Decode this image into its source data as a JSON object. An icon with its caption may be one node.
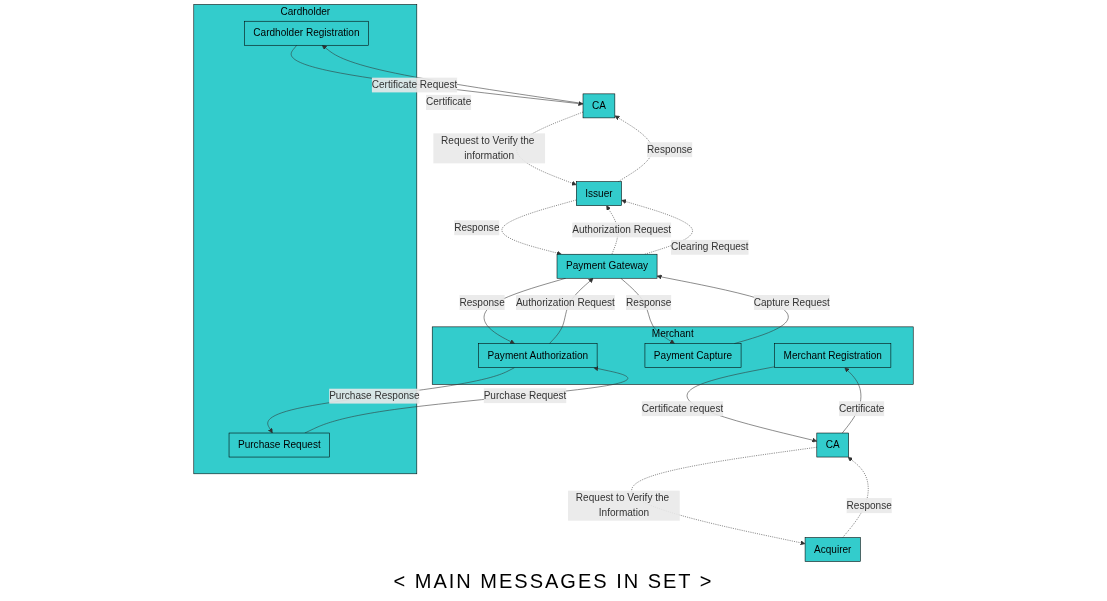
{
  "diagram": {
    "caption": "< MAIN MESSAGES IN SET >",
    "nodes": [
      {
        "text": [
          "Cardholder"
        ]
      },
      {
        "text": [
          "Cardholder Registration"
        ],
        "in": 0
      },
      {
        "text": [
          "Purchase Request"
        ],
        "in": 0
      },
      {
        "text": [
          "CA"
        ]
      },
      {
        "text": [
          "Issuer"
        ]
      },
      {
        "text": [
          "Merchant"
        ]
      },
      {
        "text": [
          "Payment Authorization"
        ],
        "in": 5
      },
      {
        "text": [
          "Payment Capture"
        ],
        "in": 5
      },
      {
        "text": [
          "Merchant Registration"
        ],
        "in": 5
      },
      {
        "text": [
          "Payment Gateway"
        ]
      },
      {
        "text": [
          "CA"
        ]
      },
      {
        "text": [
          "Acquirer"
        ]
      }
    ],
    "edges": [
      {
        "from": 1,
        "to": 3,
        "arrow": "to",
        "label": "Certificate Request"
      },
      {
        "from": 3,
        "to": 1,
        "arrow": "to",
        "label": "Certificate"
      },
      {
        "from": 3,
        "to": 4,
        "arrow": "to",
        "label": "Request to Verify the information",
        "style": "dashed"
      },
      {
        "from": 4,
        "to": 3,
        "arrow": "to",
        "label": "Response",
        "style": "dashed"
      },
      {
        "from": 2,
        "to": 6,
        "arrow": "to",
        "label": "Purchase Request"
      },
      {
        "from": 6,
        "to": 2,
        "arrow": "to",
        "label": "Purchase Response"
      },
      {
        "from": 6,
        "to": 9,
        "arrow": "to",
        "label": "Authorization Request"
      },
      {
        "from": 9,
        "to": 6,
        "arrow": "to",
        "label": "Response"
      },
      {
        "from": 9,
        "to": 4,
        "arrow": "to",
        "label": "Authorization Request",
        "style": "dashed"
      },
      {
        "from": 4,
        "to": 9,
        "arrow": "to",
        "label": "Response",
        "style": "dashed"
      },
      {
        "from": 7,
        "to": 9,
        "arrow": "to",
        "label": "Capture Request"
      },
      {
        "from": 9,
        "to": 7,
        "arrow": "to",
        "label": "Response"
      },
      {
        "from": 9,
        "to": 4,
        "arrow": "to",
        "label": "Clearing Request",
        "style": "dashed"
      },
      {
        "from": 8,
        "to": 10,
        "arrow": "to",
        "label": "Certificate request"
      },
      {
        "from": 10,
        "to": 8,
        "arrow": "to",
        "label": "Certificate"
      },
      {
        "from": 10,
        "to": 11,
        "arrow": "to",
        "label": "Request to Verify the Information",
        "style": "dashed"
      },
      {
        "from": 11,
        "to": 10,
        "arrow": "to",
        "label": "Response",
        "style": "dashed"
      }
    ]
  }
}
